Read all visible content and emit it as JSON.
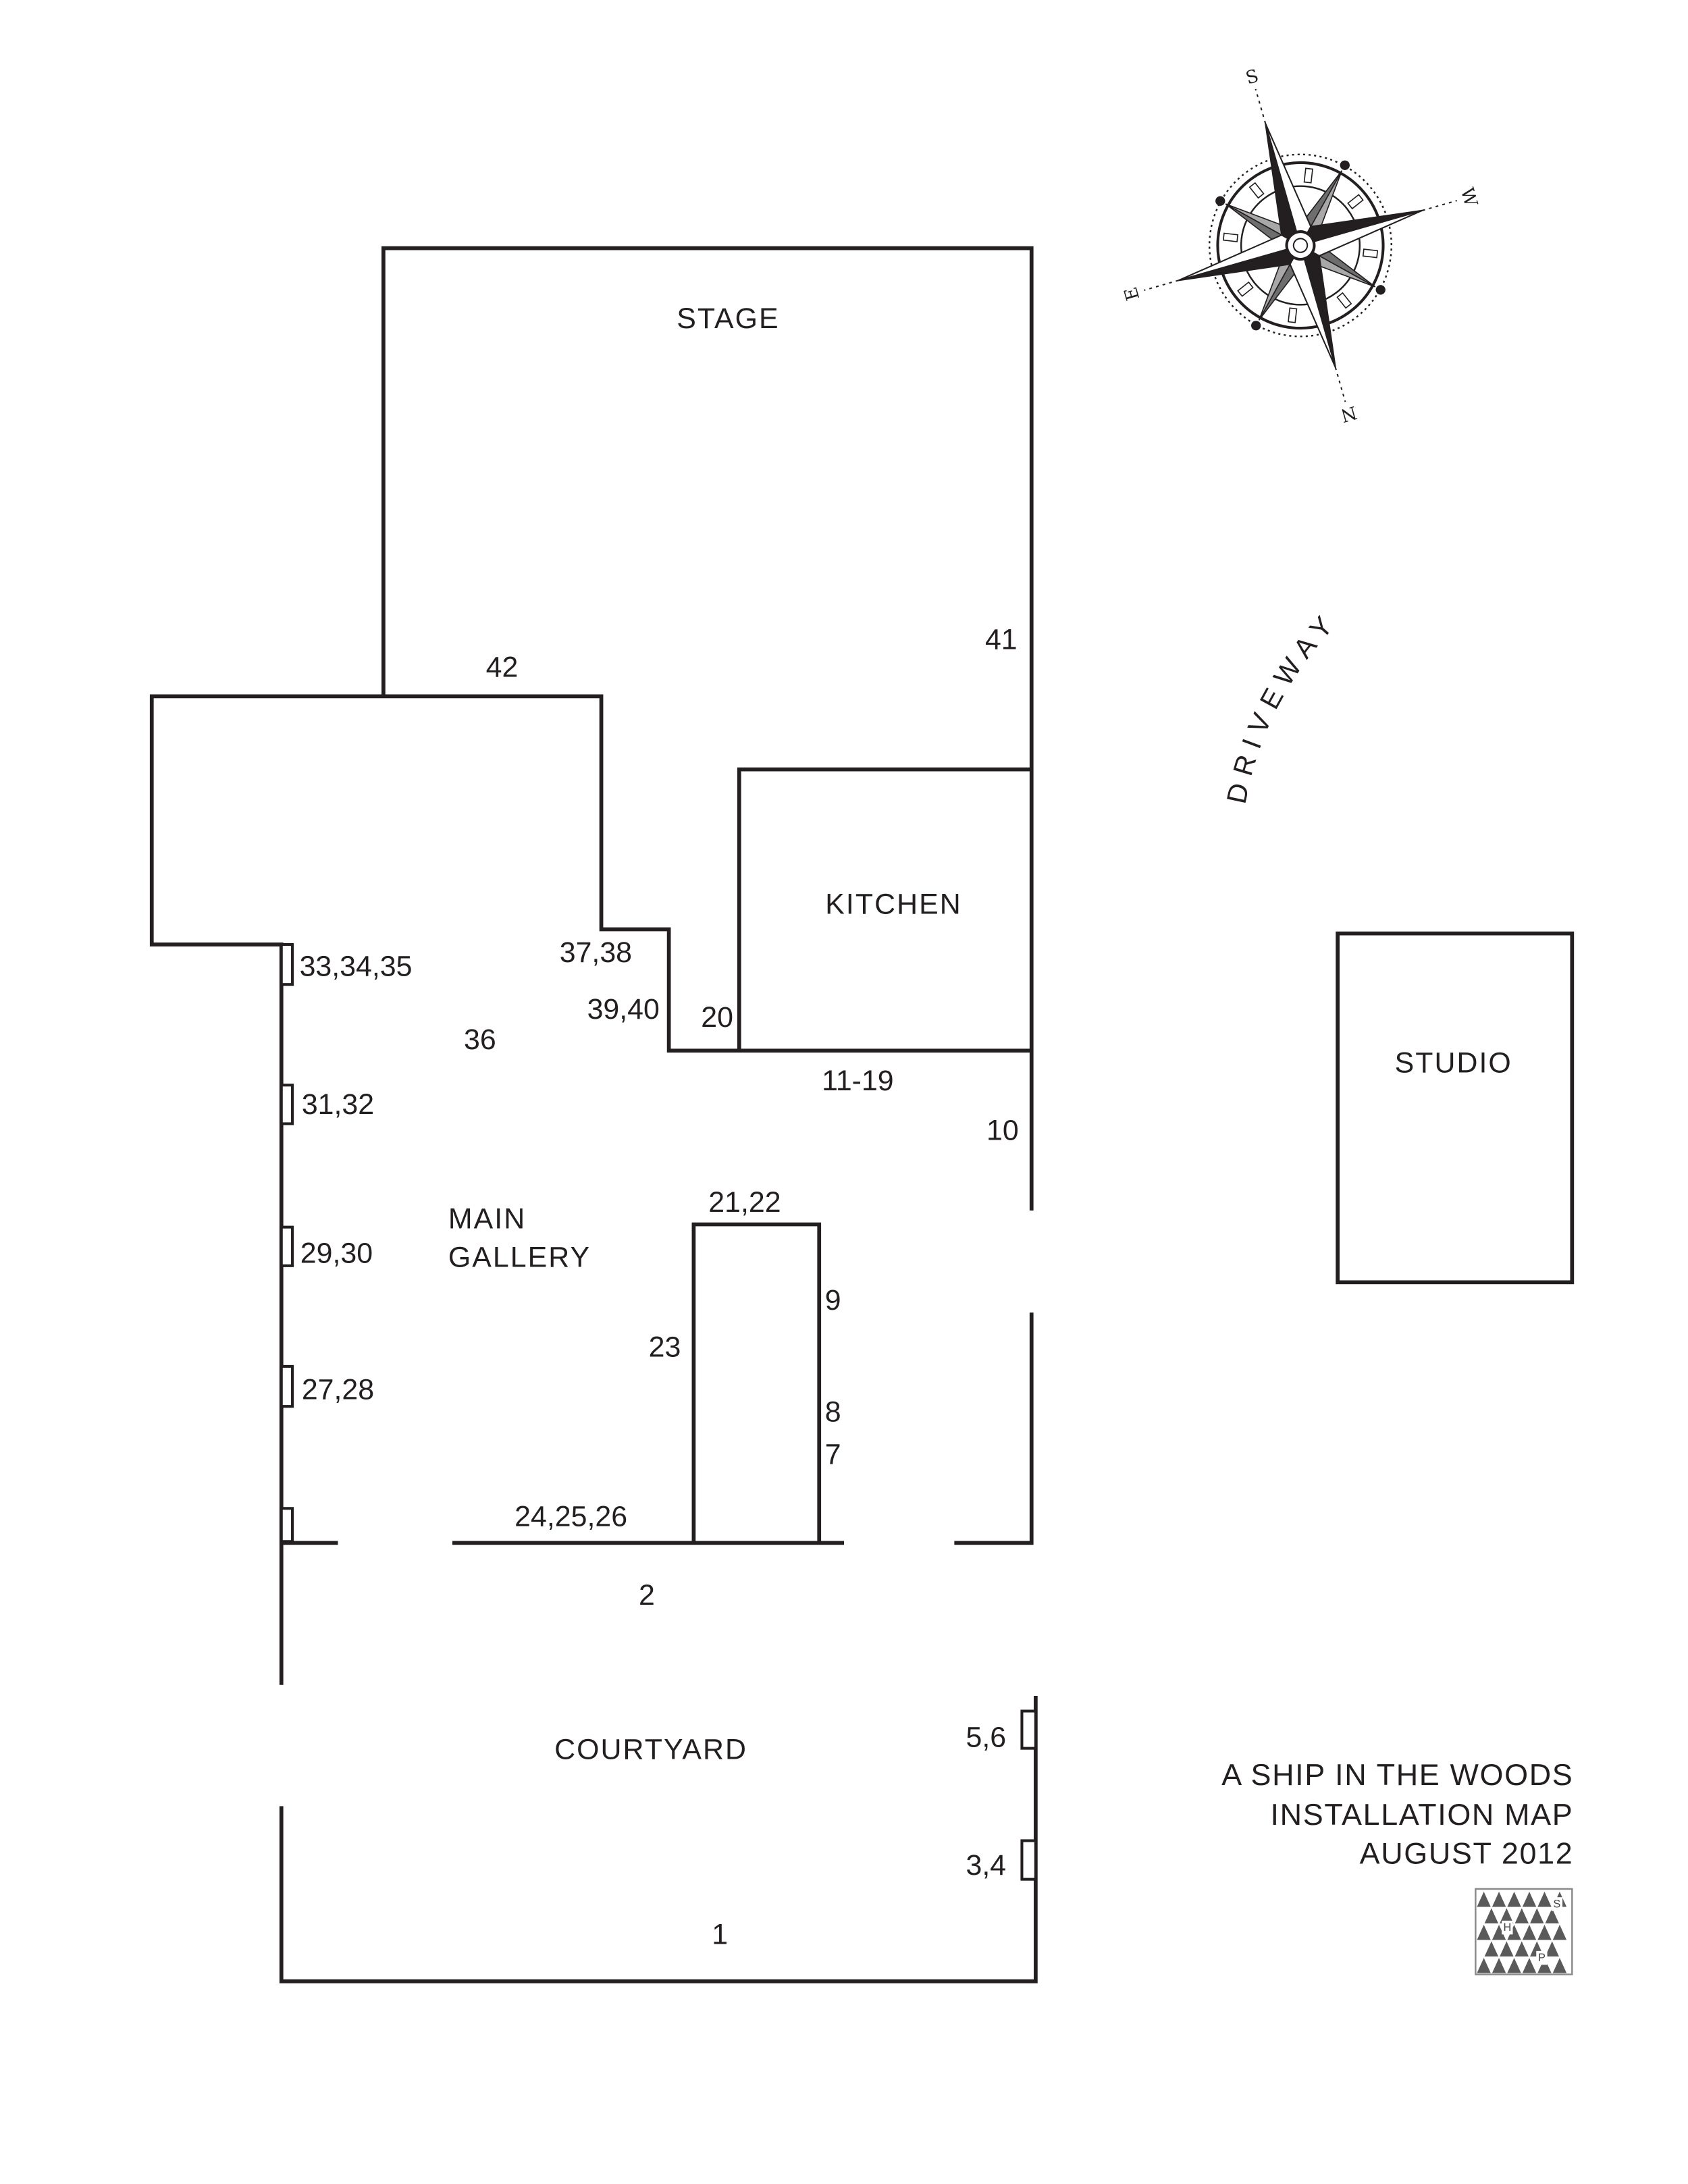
{
  "title_block": {
    "line1": "A SHIP IN THE WOODS",
    "line2": "INSTALLATION MAP",
    "line3": "AUGUST 2012"
  },
  "areas": {
    "stage": "STAGE",
    "kitchen": "KITCHEN",
    "main_gallery_line1": "MAIN",
    "main_gallery_line2": "GALLERY",
    "courtyard": "COURTYARD",
    "studio": "STUDIO",
    "driveway": "DRIVEWAY"
  },
  "markers": [
    "42",
    "41",
    "37,38",
    "39,40",
    "20",
    "33,34,35",
    "36",
    "11-19",
    "10",
    "31,32",
    "21,22",
    "9",
    "29,30",
    "23",
    "27,28",
    "8",
    "7",
    "24,25,26",
    "2",
    "5,6",
    "3,4",
    "1"
  ],
  "compass": {
    "n": "N",
    "s": "S",
    "e": "E",
    "w": "W"
  },
  "logo": {
    "letters": [
      "S",
      "H",
      "P"
    ]
  },
  "colors": {
    "lines": "#231f20",
    "compass_secondary": "#808080"
  }
}
